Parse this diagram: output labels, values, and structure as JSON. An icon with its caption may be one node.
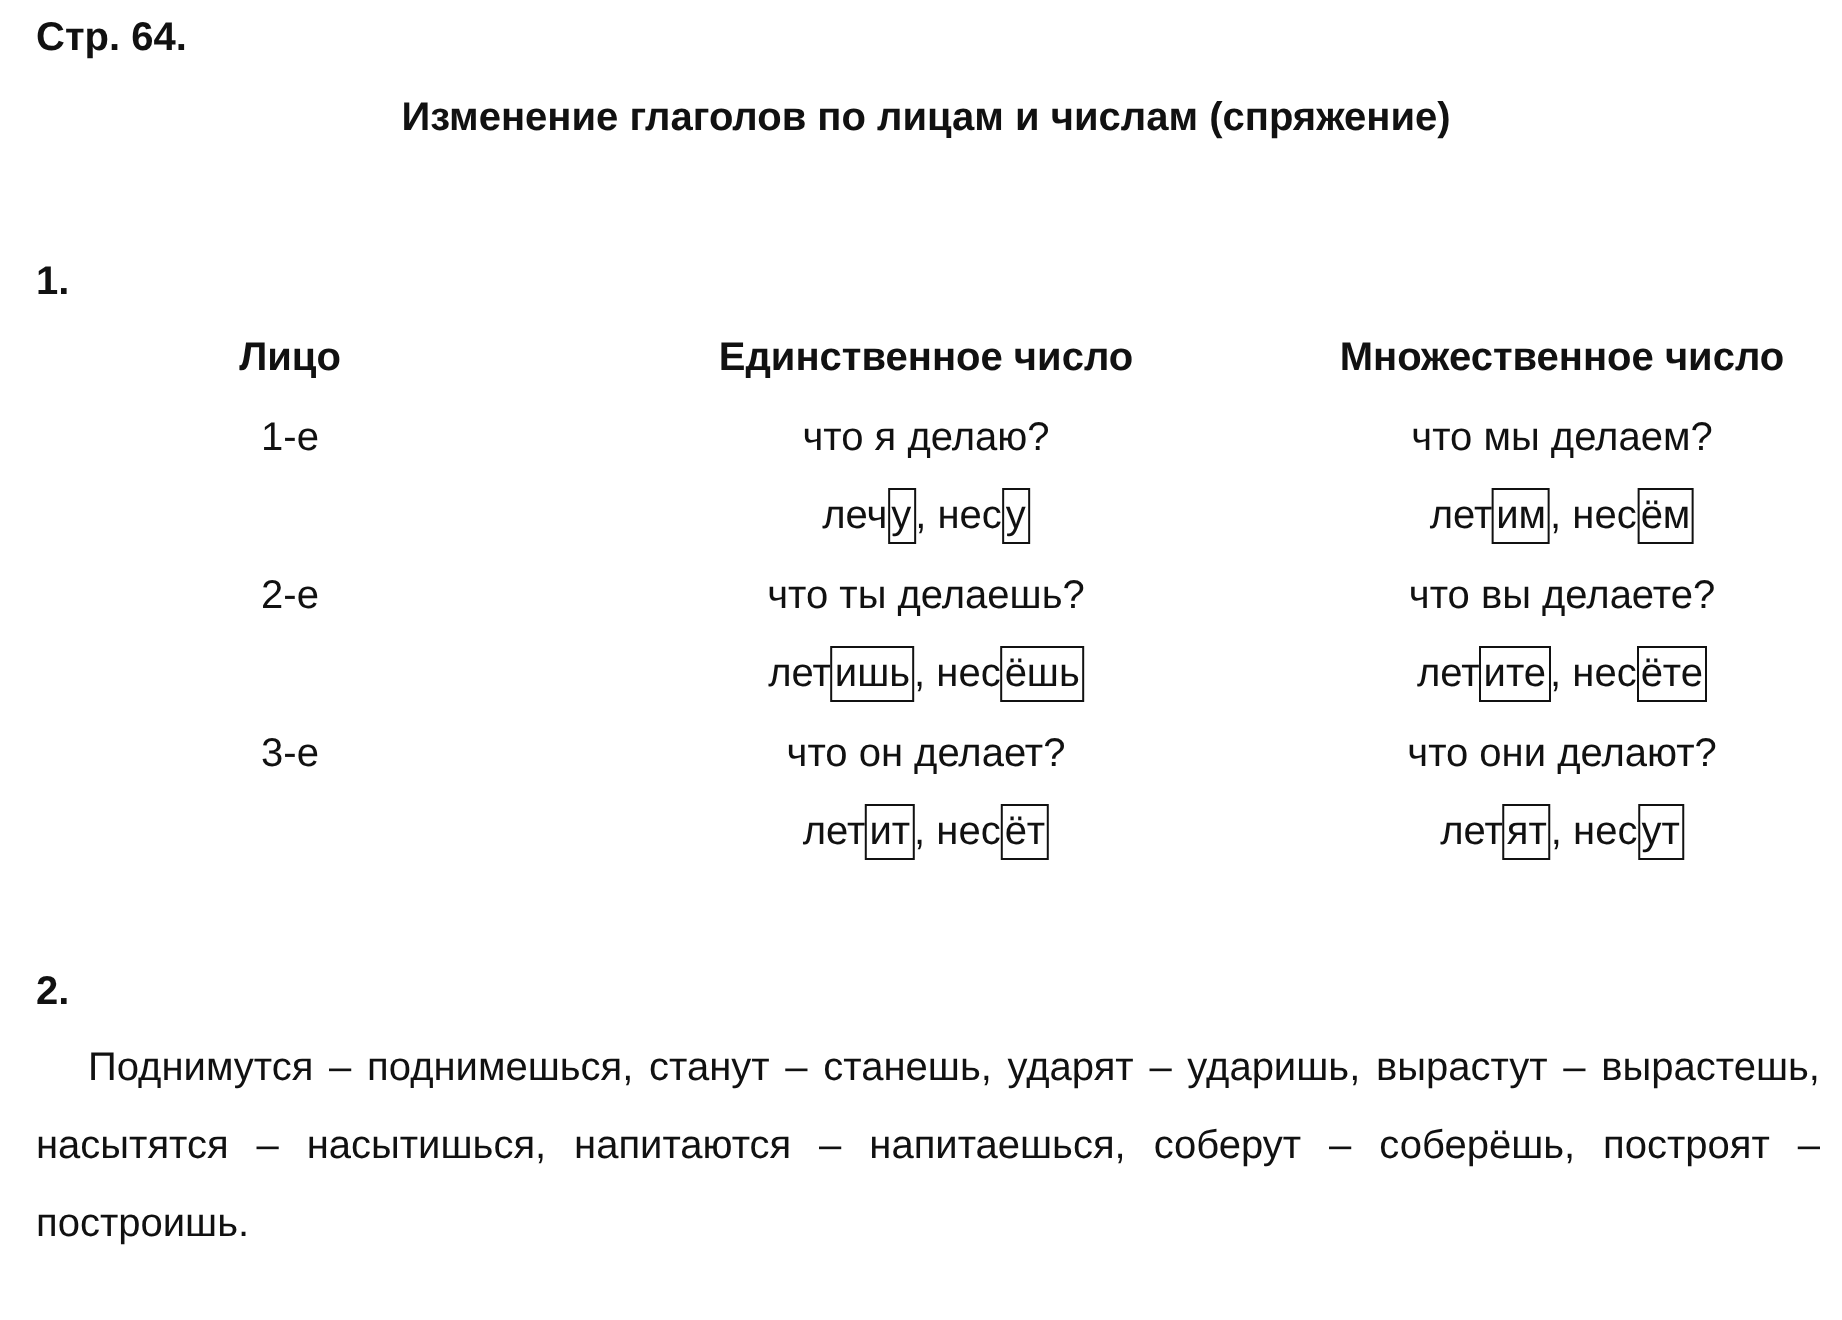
{
  "diagram": {
    "title": "Изменение глаголов по лицам и числам (спряжение)",
    "nodes": [
      {
        "text": [
          "у"
        ]
      },
      {
        "text": [
          "у"
        ]
      },
      {
        "text": [
          "им"
        ]
      },
      {
        "text": [
          "ём"
        ]
      },
      {
        "text": [
          "ишь"
        ]
      },
      {
        "text": [
          "ёшь"
        ]
      },
      {
        "text": [
          "ите"
        ]
      },
      {
        "text": [
          "ёте"
        ]
      },
      {
        "text": [
          "ит"
        ]
      },
      {
        "text": [
          "ёт"
        ]
      },
      {
        "text": [
          "ят"
        ]
      },
      {
        "text": [
          "ут"
        ]
      }
    ],
    "labels": [
      "Стр. 64.",
      "1.",
      "Лицо",
      "Единственное число",
      "Множественное число",
      "1-е",
      "что я делаю?",
      "что мы делаем?",
      "леч",
      ", нес",
      "лет",
      ", нес",
      "2-е",
      "что ты делаешь?",
      "что вы делаете?",
      "лет",
      ", нес",
      "лет",
      ", нес",
      "3-е",
      "что он делает?",
      "что они делают?",
      "лет",
      ", нес",
      "лет",
      ", нес",
      "2.",
      "Поднимутся – поднимешься, станут – станешь, ударят – ударишь, вырастут – вырастешь, насытятся – насытишься, напитаются – напитаешься, соберут – соберёшь, построят – построишь."
    ]
  }
}
